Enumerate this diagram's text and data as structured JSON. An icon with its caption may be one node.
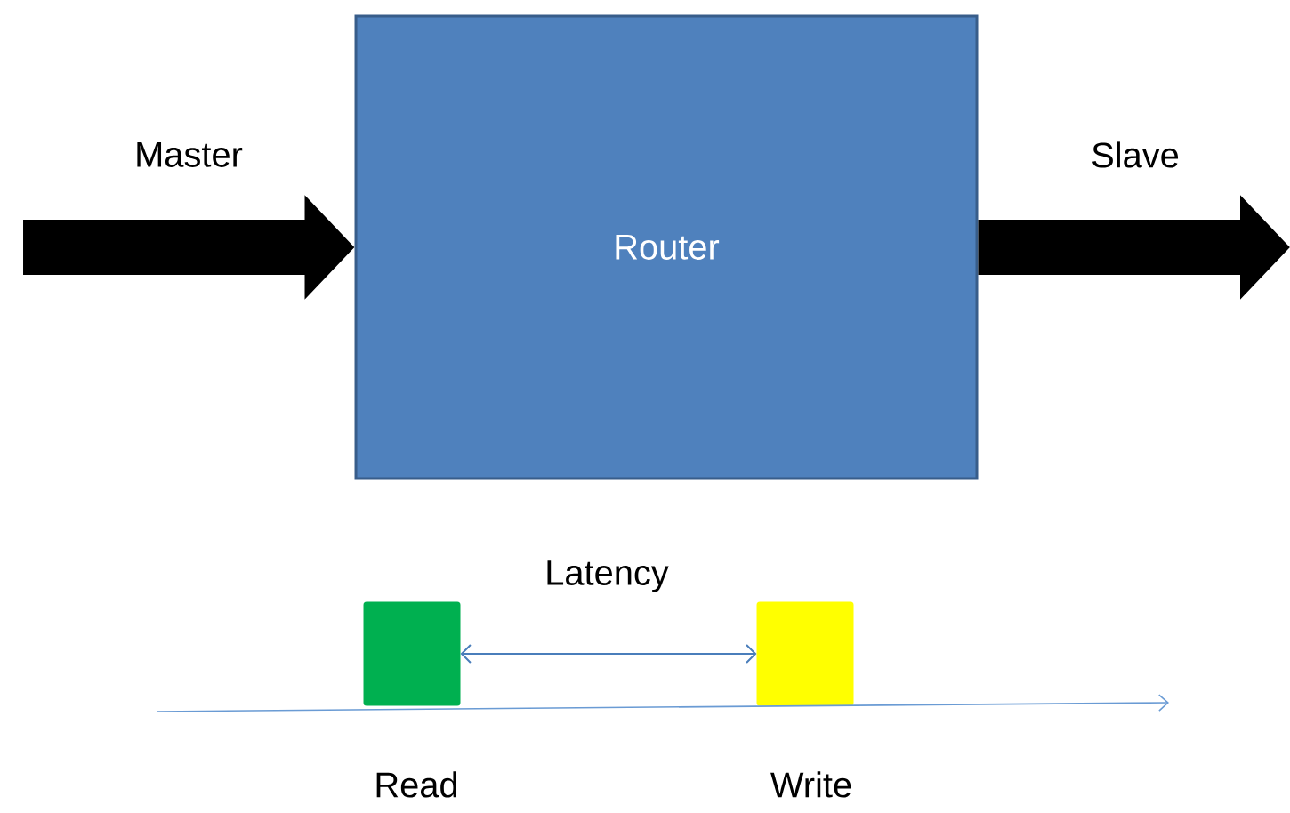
{
  "diagram": {
    "nodes": [
      {
        "text": [
          "Router"
        ]
      },
      {
        "text": [],
        "shape": "box",
        "beside": [
          "Read"
        ]
      },
      {
        "text": [],
        "shape": "box",
        "beside": [
          "Write"
        ]
      }
    ],
    "edges": [
      {
        "from": null,
        "to": 0,
        "arrow": "to",
        "label": "Master"
      },
      {
        "from": 0,
        "to": null,
        "arrow": "to",
        "label": "Slave"
      },
      {
        "from": 1,
        "to": 2,
        "arrow": "both",
        "label": "Latency",
        "color": "#4a7ebb"
      }
    ]
  }
}
